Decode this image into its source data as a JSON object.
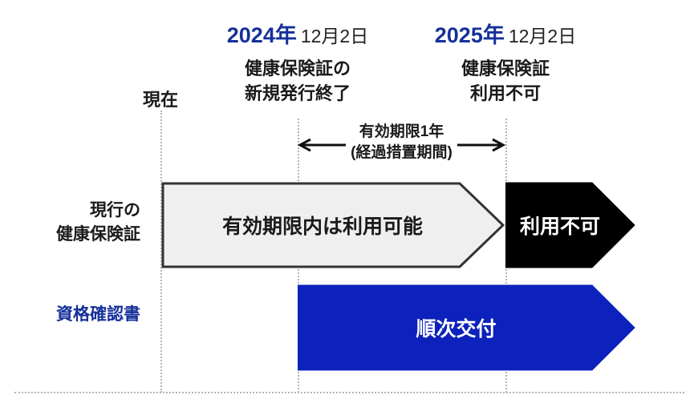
{
  "diagram": {
    "title_now": "現在",
    "milestones": [
      {
        "id": "m2024",
        "year": "2024年",
        "month_day": "12月2日",
        "sub_line1": "健康保険証の",
        "sub_line2": "新規発行終了"
      },
      {
        "id": "m2025",
        "year": "2025年",
        "month_day": "12月2日",
        "sub_line1": "健康保険証",
        "sub_line2": "利用不可"
      }
    ],
    "transition_note": {
      "line1": "有効期限1年",
      "line2": "(経過措置期間)"
    },
    "rows": [
      {
        "id": "current-insurance-card",
        "label_line1": "現行の",
        "label_line2": "健康保険証",
        "bars": [
          {
            "id": "valid-period-usable",
            "text": "有効期限内は利用可能",
            "fill": "#efefef",
            "stroke": "#333333",
            "text_color": "#1a1a1a"
          },
          {
            "id": "not-usable",
            "text": "利用不可",
            "fill": "#000000",
            "stroke": "#000000",
            "text_color": "#ffffff"
          }
        ]
      },
      {
        "id": "qualification-confirmation",
        "label_line1": "資格確認書",
        "label_line2": "",
        "bars": [
          {
            "id": "sequential-issue",
            "text": "順次交付",
            "fill": "#0d22bc",
            "stroke": "#0d22bc",
            "text_color": "#ffffff"
          }
        ]
      }
    ],
    "colors": {
      "brand_blue": "#16309a",
      "bar_blue": "#0d22bc",
      "gray_fill": "#efefef",
      "black": "#000000",
      "guide_line": "#b5b5b5"
    }
  }
}
